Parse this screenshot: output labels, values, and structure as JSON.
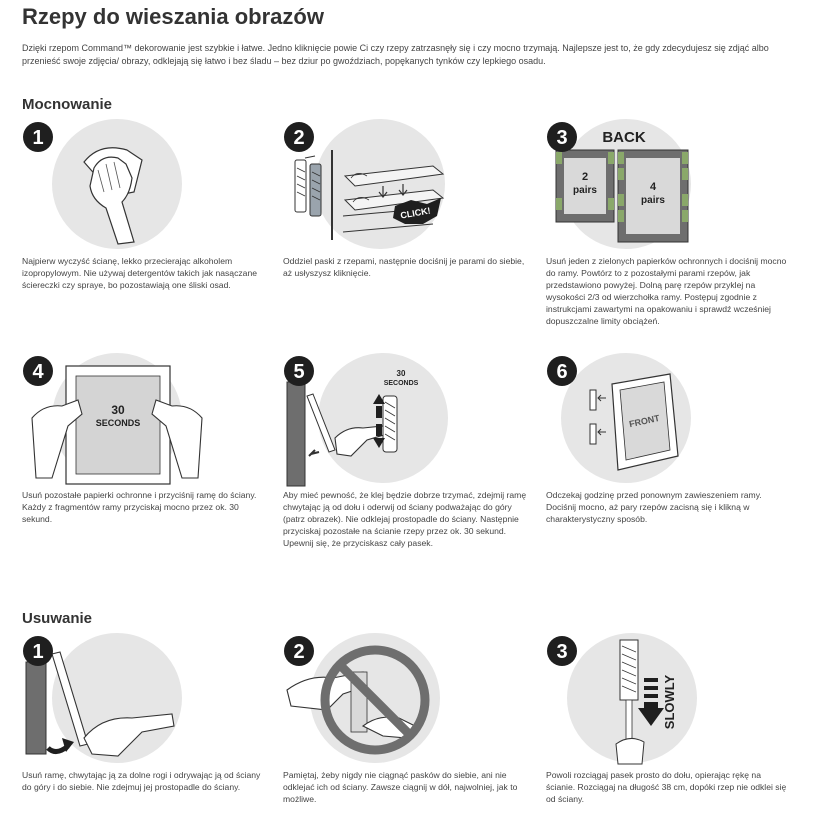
{
  "page": {
    "title": "Rzepy do wieszania obrazów",
    "intro": "Dzięki rzepom Command™ dekorowanie jest szybkie i łatwe. Jedno kliknięcie powie Ci czy rzepy zatrzasnęły się i czy mocno trzymają. Najlepsze jest to, że gdy zdecydujesz się zdjąć albo przenieść swoje zdjęcia/ obrazy, odklejają się łatwo i bez śladu – bez dziur po gwoździach, popękanych tynków czy lepkiego osadu."
  },
  "mounting": {
    "title": "Mocnowanie",
    "steps": [
      {
        "number": "1",
        "text": "Najpierw wyczyść ścianę, lekko przecierając alkoholem izopropylowym. Nie używaj detergentów takich jak nasączane ściereczki czy spraye, bo pozostawiają one śliski osad."
      },
      {
        "number": "2",
        "text": "Oddziel paski z rzepami, następnie dociśnij je parami do siebie, aż usłyszysz kliknięcie.",
        "badge": "CLICK!"
      },
      {
        "number": "3",
        "text": "Usuń jeden z zielonych papierków ochronnych i dociśnij mocno do ramy. Powtórz to z pozostałymi parami rzepów, jak przedstawiono powyżej. Dolną parę rzepów przyklej na wysokości 2/3 od wierzchołka ramy. Postępuj zgodnie z instrukcjami zawartymi na opakowaniu i sprawdź wcześniej dopuszczalne limity obciążeń.",
        "back_label": "BACK",
        "small_frame": {
          "count": "2",
          "unit": "pairs"
        },
        "large_frame": {
          "count": "4",
          "unit": "pairs"
        }
      },
      {
        "number": "4",
        "text": "Usuń pozostałe papierki ochronne i przyciśnij ramę do ściany. Każdy z fragmentów ramy przyciskaj mocno przez ok. 30 sekund.",
        "label_top": "30",
        "label_bottom": "SECONDS"
      },
      {
        "number": "5",
        "text": "Aby mieć pewność, że klej będzie dobrze trzymać, zdejmij ramę chwytając ją od dołu i oderwij od ściany podważając do góry (patrz obrazek). Nie odklejaj prostopadle do ściany. Następnie przyciskaj pozostałe na ścianie rzepy przez ok. 30 sekund. Upewnij się, że przyciskasz cały pasek.",
        "label_top": "30",
        "label_bottom": "SECONDS"
      },
      {
        "number": "6",
        "text": "Odczekaj godzinę przed ponownym zawieszeniem ramy. Dociśnij mocno, aż pary rzepów zacisną się i klikną w charakterystyczny sposób.",
        "label": "FRONT"
      }
    ]
  },
  "removal": {
    "title": "Usuwanie",
    "steps": [
      {
        "number": "1",
        "text": "Usuń ramę, chwytając ją za dolne rogi i odrywając ją od ściany do góry i do siebie. Nie zdejmuj jej prostopadle do ściany."
      },
      {
        "number": "2",
        "text": "Pamiętaj, żeby nigdy nie ciągnąć pasków do siebie, ani nie odklejać ich od ściany. Zawsze ciągnij w dół, najwolniej, jak to możliwe."
      },
      {
        "number": "3",
        "text": "Powoli rozciągaj pasek prosto do dołu, opierając rękę na ścianie. Rozciągaj na długość 38 cm, dopóki rzep nie odklei się od ściany.",
        "label": "SLOWLY"
      }
    ]
  },
  "colors": {
    "circle_bg": "#e6e6e6",
    "badge": "#1f1f1f",
    "green_tab": "#8aa86a",
    "frame_gray": "#6e6e6e"
  }
}
